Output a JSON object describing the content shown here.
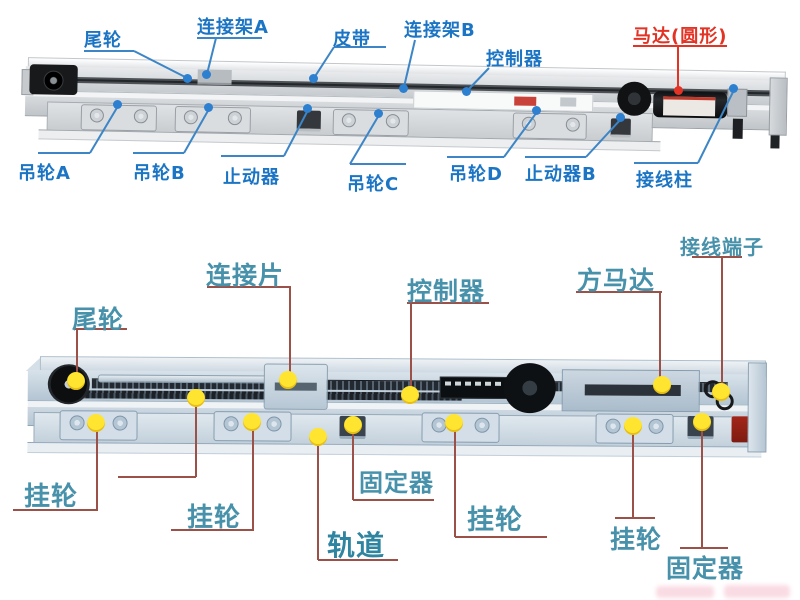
{
  "colors": {
    "label_blue": "#1b75c4",
    "label_red": "#e23325",
    "label_teal": "#4791ab",
    "label_teal_dark": "#2f84a0",
    "line_blue": "#3c85c6",
    "line_maroon": "#9c5148",
    "dot_blue": "#2d7fd0",
    "dot_red": "#e23325",
    "dot_yellow": "#ffe430"
  },
  "diagram_top": {
    "labels": [
      {
        "id": "tail-wheel",
        "text": "尾轮"
      },
      {
        "id": "connector-frame-a",
        "text": "连接架A"
      },
      {
        "id": "belt",
        "text": "皮带"
      },
      {
        "id": "connector-frame-b",
        "text": "连接架B"
      },
      {
        "id": "controller",
        "text": "控制器"
      },
      {
        "id": "motor-round",
        "text": "马达(圆形)"
      },
      {
        "id": "hanger-wheel-a",
        "text": "吊轮A"
      },
      {
        "id": "hanger-wheel-b",
        "text": "吊轮B"
      },
      {
        "id": "stopper",
        "text": "止动器"
      },
      {
        "id": "hanger-wheel-c",
        "text": "吊轮C"
      },
      {
        "id": "hanger-wheel-d",
        "text": "吊轮D"
      },
      {
        "id": "stopper-b",
        "text": "止动器B"
      },
      {
        "id": "terminal-post",
        "text": "接线柱"
      }
    ]
  },
  "diagram_bottom": {
    "labels": [
      {
        "id": "tail-wheel",
        "text": "尾轮"
      },
      {
        "id": "connector-plate",
        "text": "连接片"
      },
      {
        "id": "controller",
        "text": "控制器"
      },
      {
        "id": "square-motor",
        "text": "方马达"
      },
      {
        "id": "wiring-terminal",
        "text": "接线端子"
      },
      {
        "id": "hanging-wheel-1",
        "text": "挂轮"
      },
      {
        "id": "hanging-wheel-2",
        "text": "挂轮"
      },
      {
        "id": "fixer-1",
        "text": "固定器"
      },
      {
        "id": "track",
        "text": "轨道"
      },
      {
        "id": "hanging-wheel-3",
        "text": "挂轮"
      },
      {
        "id": "hanging-wheel-4",
        "text": "挂轮"
      },
      {
        "id": "fixer-2",
        "text": "固定器"
      }
    ]
  }
}
